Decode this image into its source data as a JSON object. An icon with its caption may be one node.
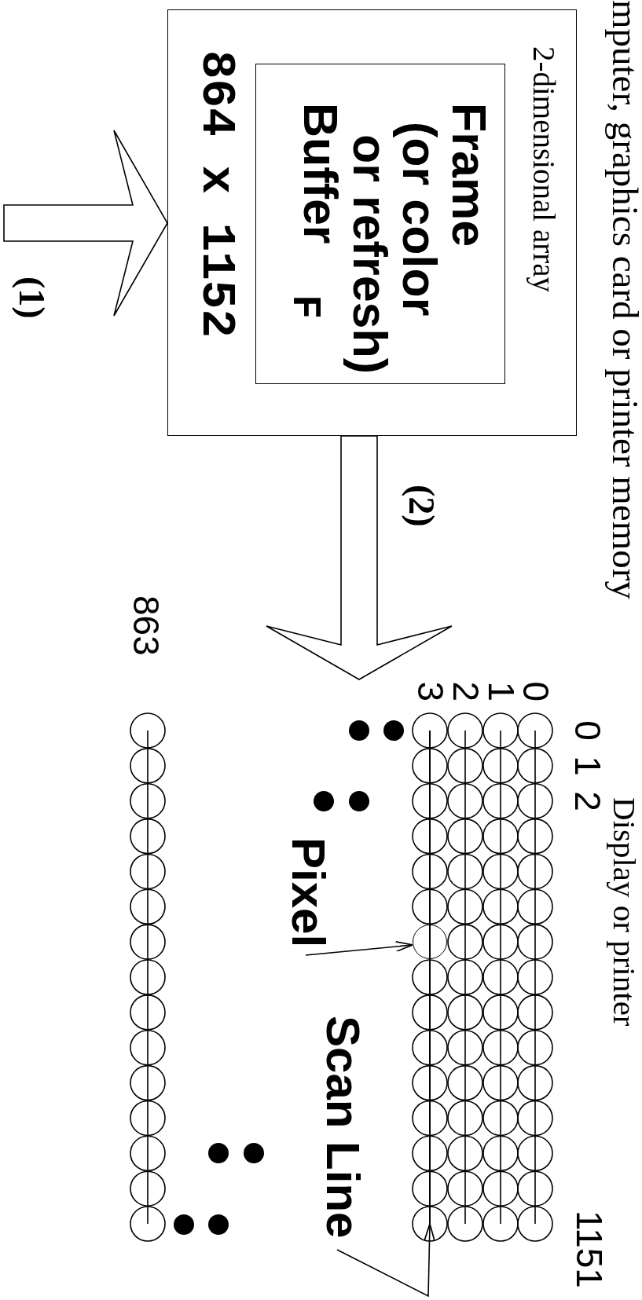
{
  "diagram": {
    "title": "mputer, graphics card or printer memory",
    "nodes": [
      {
        "text": [
          "2-dimensional array",
          "864 x 1152"
        ]
      },
      {
        "text": [
          "Frame (or color or refresh) Buffer",
          "F"
        ],
        "in": 0
      },
      {
        "text": [
          "Display or printer"
        ]
      },
      {
        "text": [],
        "shape": "circle",
        "in": 2
      },
      {
        "text": [],
        "shape": "line",
        "in": 2
      },
      {
        "text": [
          "Pixel"
        ],
        "in": 2
      },
      {
        "text": [
          "Scan Line"
        ],
        "in": 2
      }
    ],
    "edges": [
      {
        "from": null,
        "to": 0,
        "arrow": "to",
        "label": "(1)"
      },
      {
        "from": 0,
        "to": 2,
        "arrow": "to",
        "label": "(2)"
      },
      {
        "from": 5,
        "to": 3,
        "arrow": "to"
      },
      {
        "from": 6,
        "to": 4,
        "arrow": "to"
      }
    ],
    "labels": [
      "0",
      "1",
      "2",
      "1151",
      "0",
      "1",
      "2",
      "3",
      "863"
    ]
  }
}
